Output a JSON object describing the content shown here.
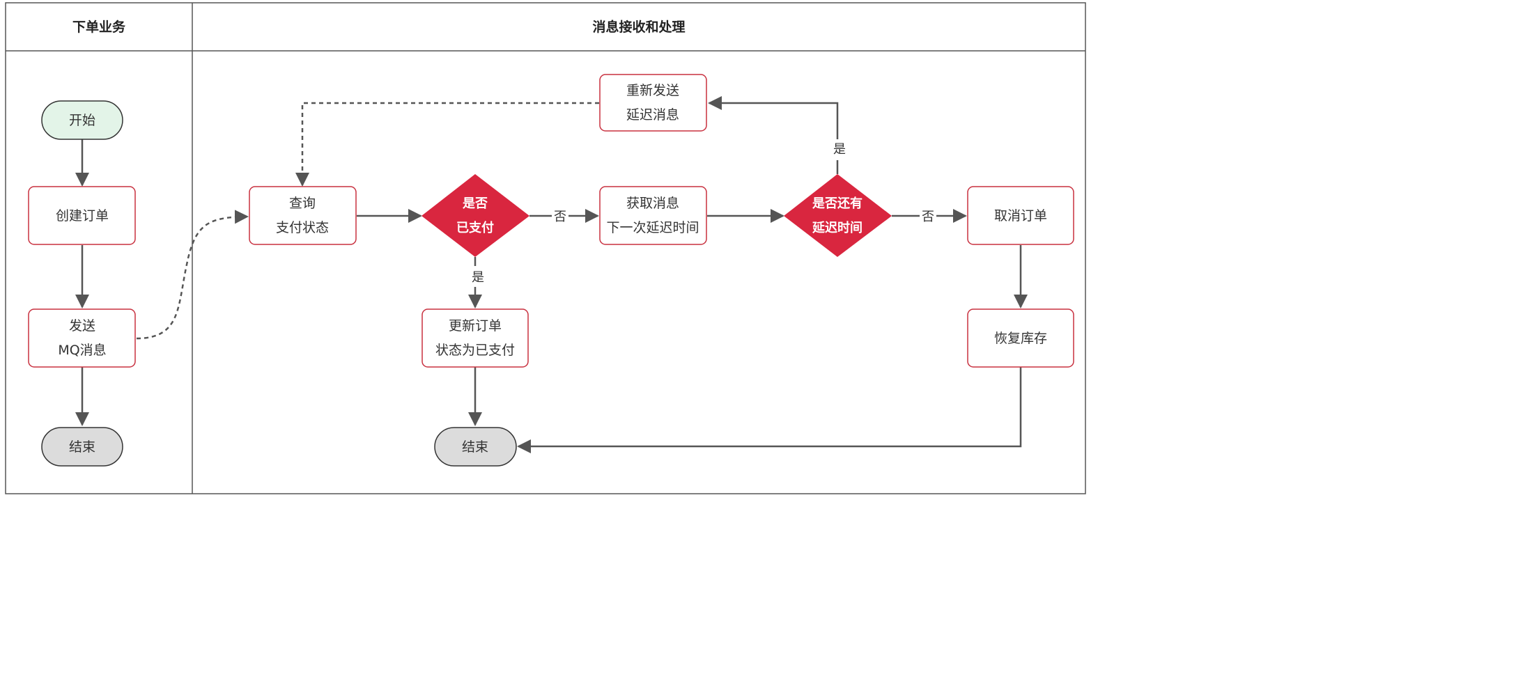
{
  "colors": {
    "border": "#555555",
    "node_border": "#c8303f",
    "decision_fill": "#d9263f",
    "start_fill": "#e3f4e8",
    "end_fill": "#dcdcdc",
    "arrow": "#555555"
  },
  "lanes": {
    "left_title": "下单业务",
    "right_title": "消息接收和处理"
  },
  "nodes": {
    "start": "开始",
    "create_order": "创建订单",
    "send_mq_l1": "发送",
    "send_mq_l2": "MQ消息",
    "end_left": "结束",
    "query_l1": "查询",
    "query_l2": "支付状态",
    "paid_l1": "是否",
    "paid_l2": "已支付",
    "fetch_l1": "获取消息",
    "fetch_l2": "下一次延迟时间",
    "has_delay_l1": "是否还有",
    "has_delay_l2": "延迟时间",
    "cancel_order": "取消订单",
    "resend_l1": "重新发送",
    "resend_l2": "延迟消息",
    "update_l1": "更新订单",
    "update_l2": "状态为已支付",
    "restore_stock": "恢复库存",
    "end_right": "结束"
  },
  "edge_labels": {
    "paid_no": "否",
    "paid_yes": "是",
    "delay_yes": "是",
    "delay_no": "否"
  }
}
